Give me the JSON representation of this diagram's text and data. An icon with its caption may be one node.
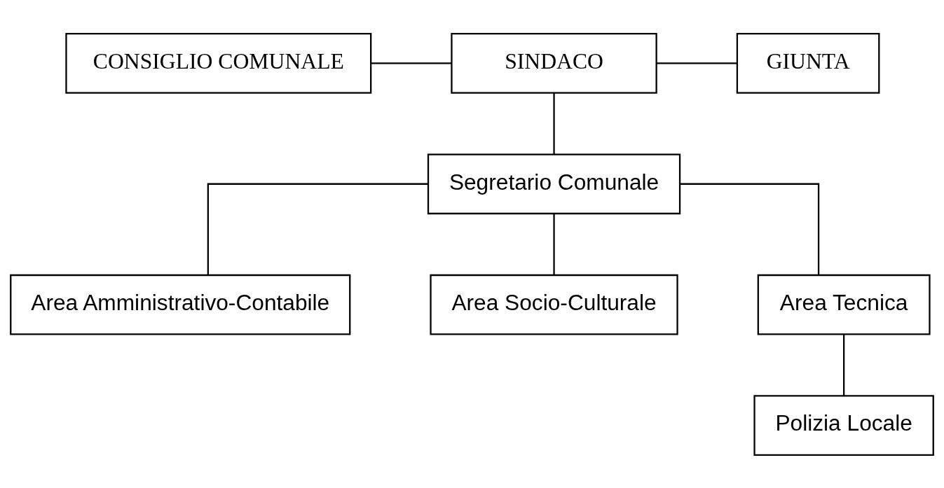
{
  "diagram": {
    "nodes": [
      {
        "text": [
          "CONSIGLIO COMUNALE"
        ]
      },
      {
        "text": [
          "SINDACO"
        ]
      },
      {
        "text": [
          "GIUNTA"
        ]
      },
      {
        "text": [
          "Segretario Comunale"
        ]
      },
      {
        "text": [
          "Area Amministrativo-Contabile"
        ]
      },
      {
        "text": [
          "Area Socio-Culturale"
        ]
      },
      {
        "text": [
          "Area Tecnica"
        ]
      },
      {
        "text": [
          "Polizia Locale"
        ]
      }
    ],
    "edges": [
      {
        "from": 0,
        "to": 1,
        "arrow": "none"
      },
      {
        "from": 1,
        "to": 2,
        "arrow": "none"
      },
      {
        "from": 1,
        "to": 3,
        "arrow": "none"
      },
      {
        "from": 3,
        "to": 4,
        "arrow": "none"
      },
      {
        "from": 3,
        "to": 5,
        "arrow": "none"
      },
      {
        "from": 3,
        "to": 6,
        "arrow": "none"
      },
      {
        "from": 6,
        "to": 7,
        "arrow": "none"
      }
    ]
  }
}
